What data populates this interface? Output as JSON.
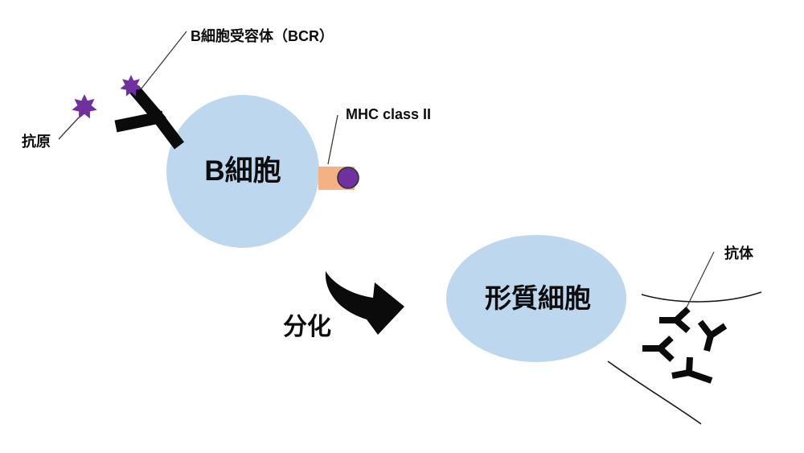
{
  "labels": {
    "bcr": "B細胞受容体（BCR）",
    "antigen": "抗原",
    "mhc": "MHC class II",
    "b_cell": "B細胞",
    "differentiation": "分化",
    "plasma_cell": "形質細胞",
    "antibody": "抗体"
  },
  "colors": {
    "cell_fill": "#BDD7EE",
    "antigen_fill": "#7030A0",
    "mhc_fill": "#F4B183",
    "peptide_fill": "#7030A0",
    "ink": "#0d0d0d"
  }
}
